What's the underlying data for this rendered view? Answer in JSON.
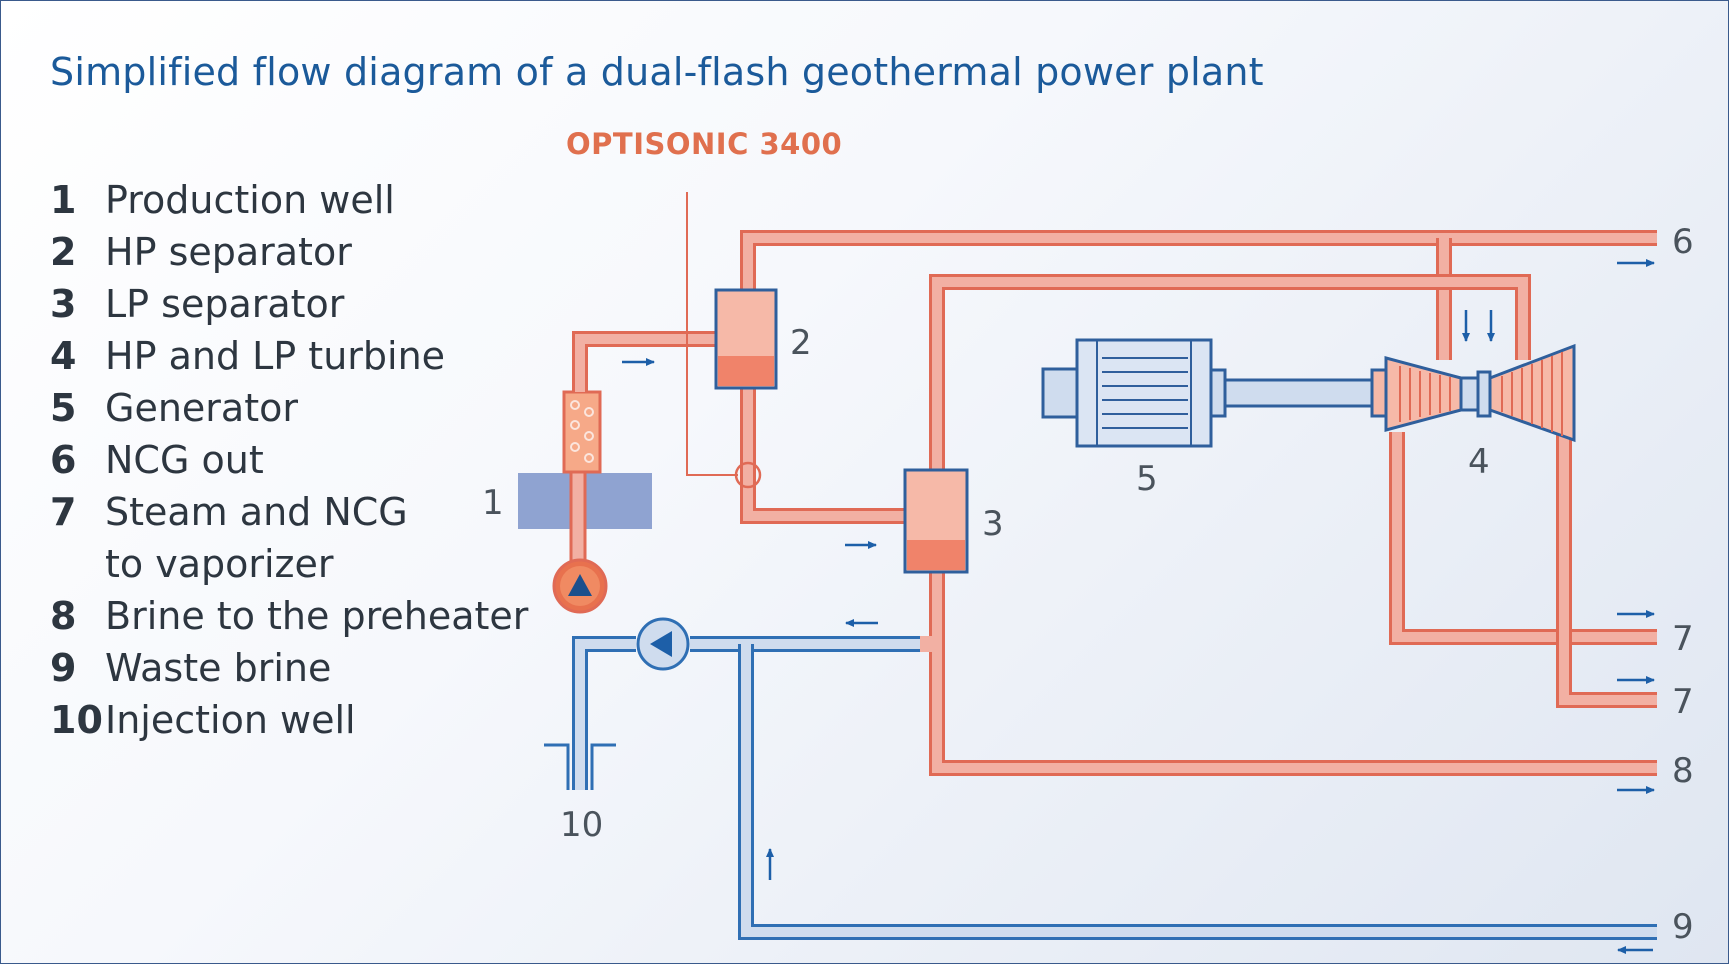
{
  "title": "Simplified flow diagram of a dual-flash geothermal power plant",
  "meter_label": "OPTISONIC 3400",
  "legend": [
    {
      "num": "1",
      "text": "Production well"
    },
    {
      "num": "2",
      "text": "HP separator"
    },
    {
      "num": "3",
      "text": "LP separator"
    },
    {
      "num": "4",
      "text": "HP and LP turbine"
    },
    {
      "num": "5",
      "text": "Generator"
    },
    {
      "num": "6",
      "text": "NCG out"
    },
    {
      "num": "7",
      "text": "Steam and NCG",
      "text2": "to vaporizer"
    },
    {
      "num": "8",
      "text": "Brine to the preheater"
    },
    {
      "num": "9",
      "text": "Waste brine"
    },
    {
      "num": "10",
      "text": "Injection well"
    }
  ],
  "diagram_labels": {
    "well": "1",
    "hp_separator": "2",
    "lp_separator": "3",
    "turbine": "4",
    "generator": "5",
    "ncg_out": "6",
    "steam_out_a": "7",
    "steam_out_b": "7",
    "brine_out": "8",
    "waste_out": "9",
    "injection": "10"
  },
  "colors": {
    "title": "#1b5a9a",
    "meter": "#e0704e",
    "hot_pipe": "#f2b0a3",
    "pipe_outline": "#e06a55",
    "cold_pipe": "#cfdcee",
    "cold_outline": "#2f6fb4",
    "arrow": "#1d5fa8",
    "ground": "#8fa3d1"
  }
}
